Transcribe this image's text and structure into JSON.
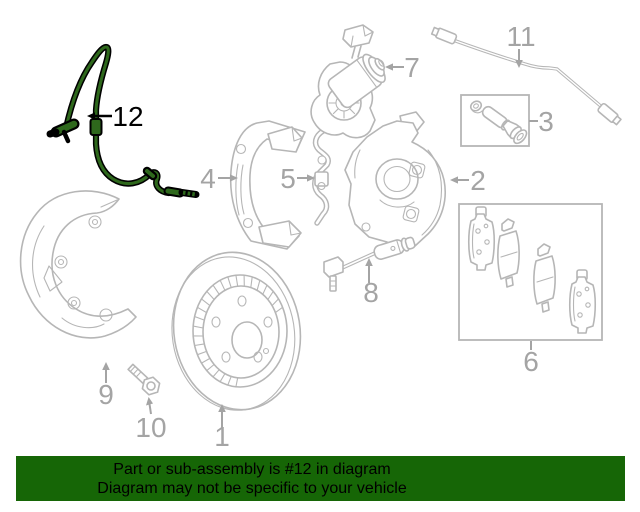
{
  "diagram": {
    "description": "Rear disc brake exploded parts diagram",
    "background_color": "#ffffff",
    "line_color": "#b6b6b6",
    "label_color": "#a4a4a4",
    "highlight": {
      "callout": "12",
      "fill_color": "#2e681c",
      "outline_color": "#000000",
      "label_color": "#000000"
    },
    "callouts": [
      {
        "number": "1"
      },
      {
        "number": "2"
      },
      {
        "number": "3"
      },
      {
        "number": "4"
      },
      {
        "number": "5"
      },
      {
        "number": "6"
      },
      {
        "number": "7"
      },
      {
        "number": "8"
      },
      {
        "number": "9"
      },
      {
        "number": "10"
      },
      {
        "number": "11"
      },
      {
        "number": "12"
      }
    ]
  },
  "banner": {
    "line1": "Part or sub-assembly is #12 in diagram",
    "line2": "Diagram may not be specific to your vehicle",
    "background_color": "#166606",
    "text_color": "#000000"
  }
}
